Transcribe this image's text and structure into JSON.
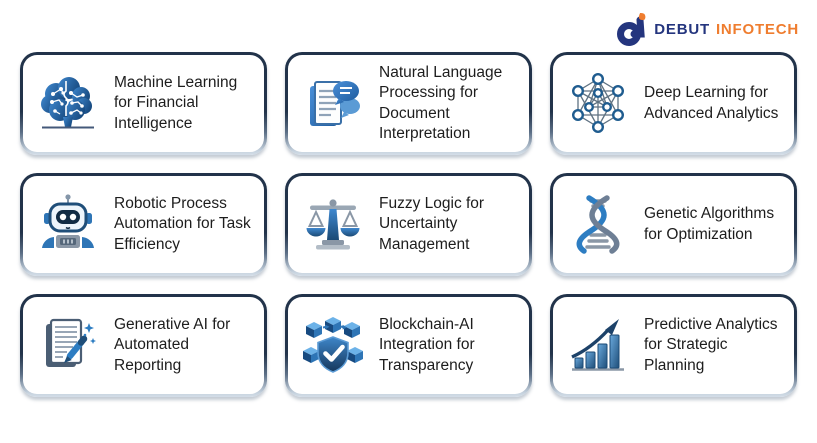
{
  "brand": {
    "debut": "DEBUT",
    "infotech": "INFOTECH",
    "debut_color": "#24357e",
    "infotech_color": "#ef7d2f",
    "logo_icon": "debut-infotech-d-mark"
  },
  "colors": {
    "page_background": "#ffffff",
    "card_border_top": "#22334a",
    "card_border_bottom": "#d4dee8",
    "card_background": "#ffffff",
    "title_text": "#1d1d1d",
    "icon_blue": "#2e75b6",
    "icon_dark_blue": "#1f4e79",
    "icon_light_blue": "#5b9bd5",
    "icon_gray": "#8a97a6"
  },
  "cards": [
    {
      "title": "Machine Learning for Financial Intelligence",
      "icon": "brain-circuit-icon"
    },
    {
      "title": "Natural Language Processing for Document Interpretation",
      "icon": "document-chat-icon"
    },
    {
      "title": "Deep Learning for Advanced Analytics",
      "icon": "neural-network-icon"
    },
    {
      "title": "Robotic Process Automation for Task Efficiency",
      "icon": "robot-icon"
    },
    {
      "title": "Fuzzy Logic for Uncertainty Management",
      "icon": "balance-scale-icon"
    },
    {
      "title": "Genetic Algorithms for Optimization",
      "icon": "dna-helix-icon"
    },
    {
      "title": "Generative AI for Automated Reporting",
      "icon": "document-pen-icon"
    },
    {
      "title": "Blockchain-AI Integration for Transparency",
      "icon": "blockchain-shield-icon"
    },
    {
      "title": "Predictive Analytics for Strategic Planning",
      "icon": "bar-chart-arrow-icon"
    }
  ]
}
